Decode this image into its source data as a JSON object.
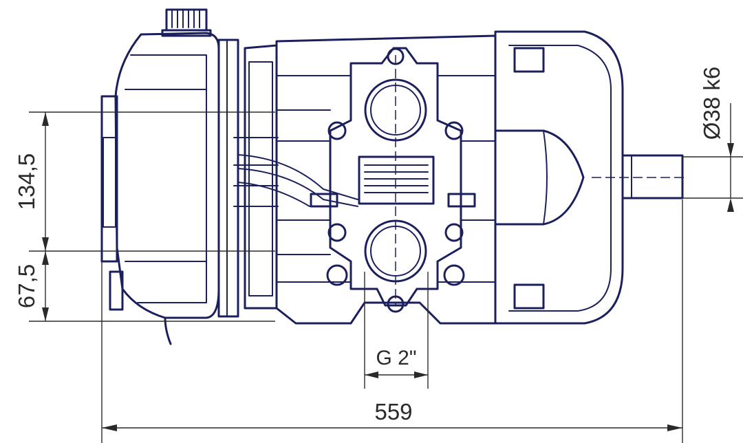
{
  "dimensions": {
    "height_upper": "134,5",
    "height_lower": "67,5",
    "length_total": "559",
    "port_thread": "G 2\"",
    "shaft_diameter": "Ø38 k6"
  },
  "colors": {
    "drawing_stroke": "#1b1f5c",
    "dimension_stroke": "#2a2a2a",
    "background": "#ffffff"
  }
}
